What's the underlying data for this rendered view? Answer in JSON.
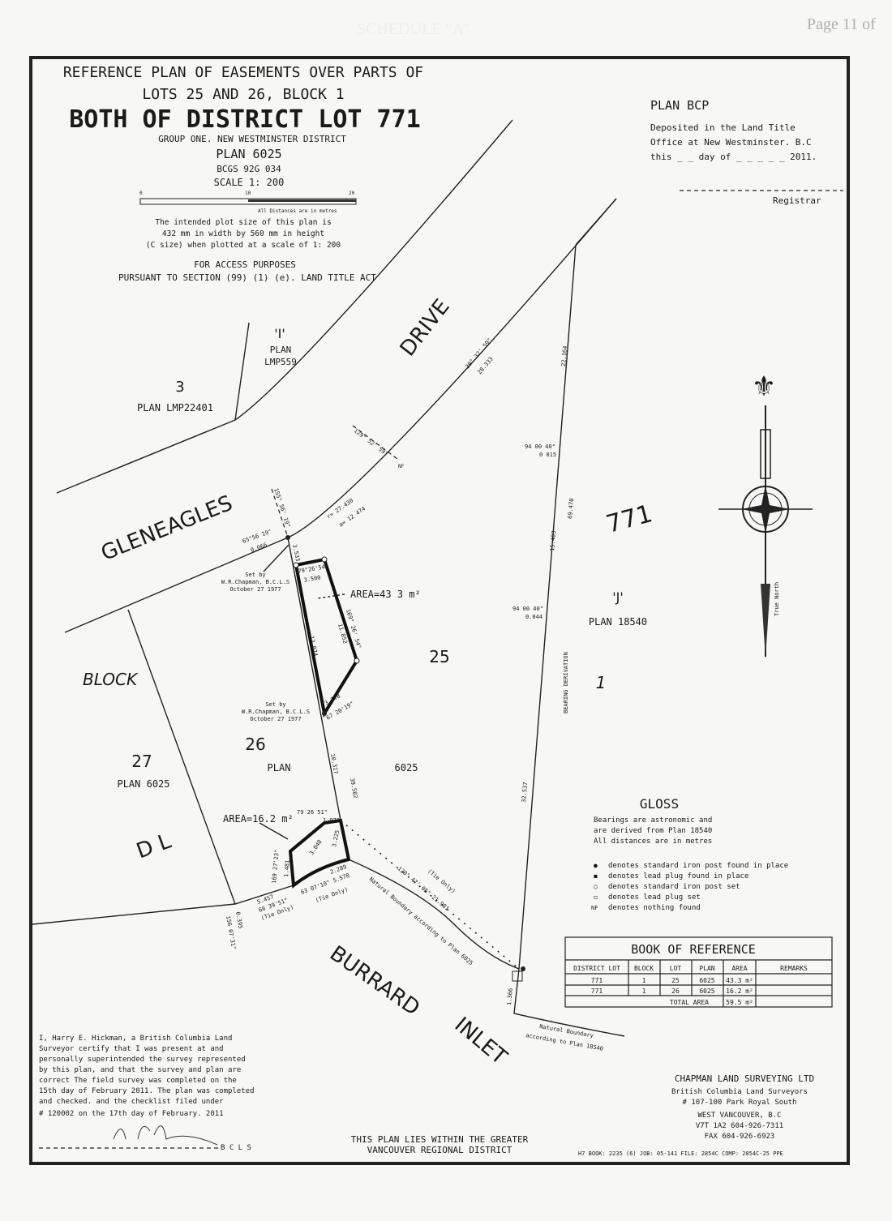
{
  "header": {
    "page_number": "Page 11 of",
    "schedule_watermark": "SCHEDULE \"A\""
  },
  "title": {
    "line1": "REFERENCE PLAN OF EASEMENTS OVER PARTS OF",
    "line2": "LOTS 25 AND 26, BLOCK 1",
    "line3": "BOTH OF DISTRICT LOT 771",
    "line4": "GROUP ONE. NEW WESTMINSTER DISTRICT",
    "plan": "PLAN 6025",
    "bcgs": "BCGS 92G 034",
    "scale": "SCALE  1: 200",
    "scalebar_ticks": [
      "0",
      "10",
      "20"
    ],
    "scalebar_note": "All Distances are in metres",
    "plot_note": [
      "The intended plot size of this plan is",
      "432 mm in width by 560 mm in height",
      "(C size) when plotted at a scale of 1: 200"
    ],
    "purpose": [
      "FOR ACCESS PURPOSES",
      "PURSUANT TO SECTION (99) (1) (e). LAND TITLE ACT"
    ]
  },
  "deposit": {
    "plan": "PLAN BCP",
    "lines": [
      "Deposited in the Land Title",
      "Office at New Westminster. B.C",
      "this _ _ day of _ _ _ _ _ 2011."
    ],
    "registrar": "Registrar"
  },
  "map_labels": {
    "street1": "GLENEAGLES",
    "street2": "DRIVE",
    "water1": "BURRARD",
    "water2": "INLET",
    "block": "BLOCK",
    "dl": "D L",
    "dl_number": "771",
    "i_label": "'I'",
    "i_plan": [
      "PLAN",
      "LMP559"
    ],
    "lot3": "3",
    "lot3_plan": "PLAN  LMP22401",
    "lot25": "25",
    "lot26": "26",
    "lot26_plan": "PLAN",
    "lot26_plan_no": "6025",
    "lot27": "27",
    "lot27_plan": "PLAN 6025",
    "j_label": "'J'",
    "j_plan": "PLAN  18540",
    "lot1": "1",
    "area1": "AREA=43 3 m²",
    "area2": "AREA=16.2 m²",
    "set_by_1": [
      "Set by",
      "W.R.Chapman, B.C.L.S",
      "October 27  1977"
    ],
    "set_by_2": [
      "Set by",
      "W.R.Chapman, B.C.L.S",
      "October 27  1977"
    ],
    "natural_boundary_6025": "Natural Boundary according to Plan 6025",
    "natural_boundary_18540": [
      "Natural Boundary",
      "according to Plan 18540"
    ],
    "bearing_derivation": "BEARING DERIVATION",
    "nf": "NF",
    "true_north": "True North"
  },
  "dimensions": {
    "d1": "39° 32' 59\"",
    "d2": "28.333",
    "d3": "22.164",
    "d4": "94 00 40\"",
    "d5": "0 015",
    "d6": "129° 52' 59\"",
    "d7": "r= 27.430",
    "d8": "a= 12 474",
    "d9": "155° 56' 19\"",
    "d10": "65°56 19\"",
    "d11": "0.066",
    "d12": "3.533",
    "d13": "79°26'54\"",
    "d14": "3.500",
    "d15": "13.074",
    "d16": "11.852",
    "d17": "169° 26' 54\"",
    "d18": "3.778",
    "d19": "67 20'19\"",
    "d20": "15.403",
    "d21": "69.470",
    "d22": "94 00 40\"",
    "d23": "0.044",
    "d24": "10.317",
    "d25": "39.582",
    "d26": "32.537",
    "d27": "79 26 51\"",
    "d28": "1.970",
    "d29": "3.225",
    "d30": "3.048",
    "d31": "5.457",
    "d32": "66 39'51\"",
    "d33": "(Tie Only)",
    "d34": "63 07'10\" 5.578",
    "d35": "(Tie Only)",
    "d36": "120° 47' 05\" 21.981",
    "d37": "(Tie Only)",
    "d38": "1.366",
    "d39": "0.395",
    "d40": "156 07'31\"",
    "d41": "169 27'23\"",
    "d42": "1.481",
    "d43": "2.289"
  },
  "gloss": {
    "title": "GLOSS",
    "notes": [
      "Bearings are astronomic and",
      "are derived from Plan 18540",
      "All distances are in metres"
    ],
    "legend": [
      {
        "symbol": "●",
        "text": "denotes standard iron post found in place"
      },
      {
        "symbol": "◼",
        "text": "denotes lead plug found in place"
      },
      {
        "symbol": "○",
        "text": "denotes standard iron post set"
      },
      {
        "symbol": "◻",
        "text": "denotes lead plug set"
      },
      {
        "symbol": "NF",
        "text": "denotes nothing found"
      }
    ]
  },
  "book_of_reference": {
    "title": "BOOK   OF   REFERENCE",
    "columns": [
      "DISTRICT LOT",
      "BLOCK",
      "LOT",
      "PLAN",
      "AREA",
      "REMARKS"
    ],
    "rows": [
      [
        "771",
        "1",
        "25",
        "6025",
        "43.3 m²",
        ""
      ],
      [
        "771",
        "1",
        "26",
        "6025",
        "16.2 m²",
        ""
      ]
    ],
    "total_label": "TOTAL AREA",
    "total_value": "59.5 m²"
  },
  "certification": {
    "lines": [
      "I, Harry E. Hickman, a British Columbia Land",
      "Surveyor  certify that I was present at and",
      "personally superintended the survey represented",
      "by this plan, and that the survey and plan are",
      "correct  The field survey was completed on the",
      "15th day of February  2011. The plan was completed",
      "and checked. and the checklist filed under",
      "# 120002 on the 17th day of February. 2011"
    ],
    "bcls": "B C L S"
  },
  "regional": [
    "THIS PLAN LIES WITHIN THE GREATER",
    "VANCOUVER REGIONAL DISTRICT"
  ],
  "company": {
    "name": "CHAPMAN LAND SURVEYING LTD",
    "lines": [
      "British Columbia Land Surveyors",
      "# 107-100 Park Royal South",
      "WEST VANCOUVER, B.C",
      "V7T 1A2  604-926-7311",
      "FAX  604-926-6923"
    ],
    "footer": "H7  BOOK: 2235 (6)   JOB: 05-141  FILE: 2854C  COMP: 2854C-25 PPE"
  }
}
